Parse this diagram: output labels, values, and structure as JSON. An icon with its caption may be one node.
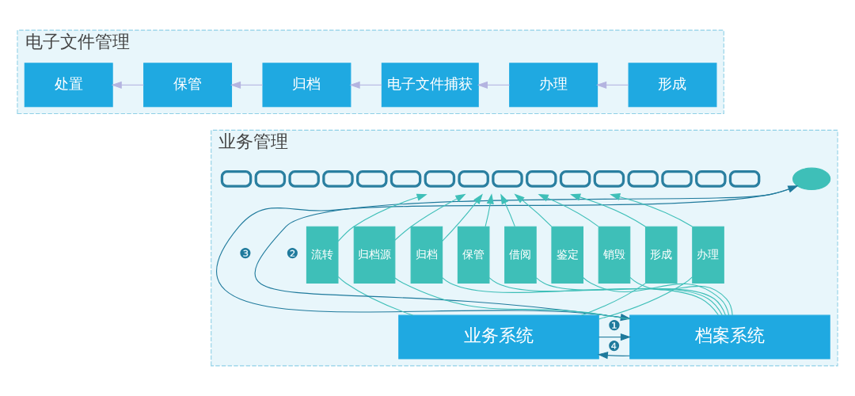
{
  "diagram": {
    "nodes": [
      {
        "text": [
          "电子文件管理"
        ]
      },
      {
        "text": [
          "形成"
        ],
        "in": 0
      },
      {
        "text": [
          "办理"
        ],
        "in": 0
      },
      {
        "text": [
          "电子文件捕获"
        ],
        "in": 0
      },
      {
        "text": [
          "归档"
        ],
        "in": 0
      },
      {
        "text": [
          "保管"
        ],
        "in": 0
      },
      {
        "text": [
          "处置"
        ],
        "in": 0
      },
      {
        "text": [
          "业务管理"
        ]
      },
      {
        "text": [],
        "shape": "picture",
        "in": 7
      },
      {
        "text": [],
        "shape": "ellipse",
        "in": 7
      },
      {
        "text": [
          "业务系统"
        ],
        "in": 7
      },
      {
        "text": [
          "档案系统"
        ],
        "in": 7
      },
      {
        "text": [
          "形成"
        ],
        "in": 7
      },
      {
        "text": [
          "办理"
        ],
        "in": 7
      },
      {
        "text": [
          "流转"
        ],
        "in": 7
      },
      {
        "text": [
          "归档源"
        ],
        "in": 7
      },
      {
        "text": [
          "归档"
        ],
        "in": 7
      },
      {
        "text": [
          "保管"
        ],
        "in": 7
      },
      {
        "text": [
          "借阅"
        ],
        "in": 7
      },
      {
        "text": [
          "鉴定"
        ],
        "in": 7
      },
      {
        "text": [
          "销毁"
        ],
        "in": 7
      }
    ],
    "edges": [
      {
        "from": 1,
        "to": 2,
        "arrow": "to",
        "color": "#b4b4e0"
      },
      {
        "from": 2,
        "to": 3,
        "arrow": "to",
        "color": "#b4b4e0"
      },
      {
        "from": 3,
        "to": 4,
        "arrow": "to",
        "color": "#b4b4e0"
      },
      {
        "from": 4,
        "to": 5,
        "arrow": "to",
        "color": "#b4b4e0"
      },
      {
        "from": 5,
        "to": 6,
        "arrow": "to",
        "color": "#b4b4e0"
      },
      {
        "from": 10,
        "to": 12,
        "arrow": "none"
      },
      {
        "from": 10,
        "to": 13,
        "arrow": "none"
      },
      {
        "from": 10,
        "to": 14,
        "arrow": "none"
      },
      {
        "from": 12,
        "to": 8,
        "arrow": "to"
      },
      {
        "from": 13,
        "to": 8,
        "arrow": "to"
      },
      {
        "from": 14,
        "to": 8,
        "arrow": "to"
      },
      {
        "from": 11,
        "to": 15,
        "arrow": "none"
      },
      {
        "from": 11,
        "to": 16,
        "arrow": "none"
      },
      {
        "from": 11,
        "to": 17,
        "arrow": "none"
      },
      {
        "from": 11,
        "to": 18,
        "arrow": "none"
      },
      {
        "from": 11,
        "to": 19,
        "arrow": "none"
      },
      {
        "from": 11,
        "to": 20,
        "arrow": "none"
      },
      {
        "from": 15,
        "to": 8,
        "arrow": "to"
      },
      {
        "from": 16,
        "to": 8,
        "arrow": "to"
      },
      {
        "from": 17,
        "to": 8,
        "arrow": "to"
      },
      {
        "from": 18,
        "to": 8,
        "arrow": "to"
      },
      {
        "from": 19,
        "to": 8,
        "arrow": "to"
      },
      {
        "from": 20,
        "to": 8,
        "arrow": "to"
      },
      {
        "from": 10,
        "to": 11,
        "arrow": "to",
        "label": "❶",
        "color": "#1f7a9c"
      },
      {
        "from": 11,
        "to": 9,
        "arrow": "to",
        "label": "❷",
        "color": "#1f7a9c"
      },
      {
        "from": 9,
        "to": 11,
        "arrow": "to",
        "label": "❸",
        "color": "#1f7a9c"
      },
      {
        "from": 11,
        "to": 10,
        "arrow": "to",
        "label": "❹",
        "color": "#1f7a9c"
      }
    ]
  }
}
